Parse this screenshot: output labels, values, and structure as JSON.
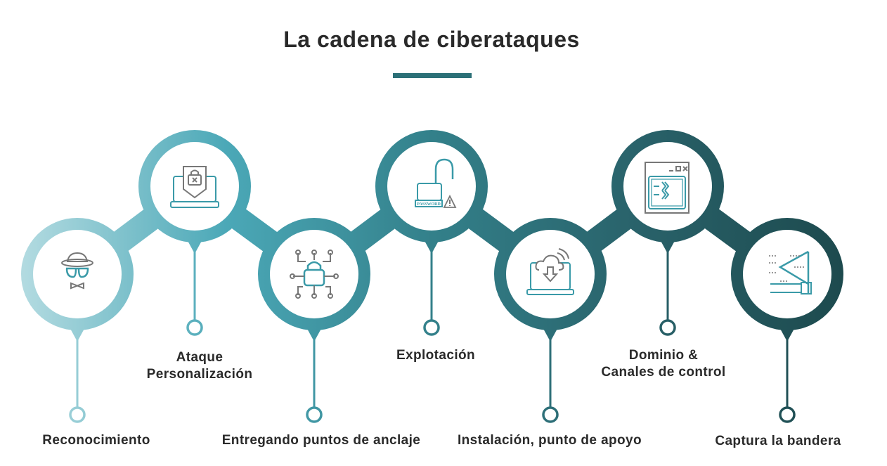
{
  "title": "La cadena de ciberataques",
  "colors": {
    "start": "#acd8df",
    "mid": "#4ba4b3",
    "dark": "#2e6f78",
    "end": "#1d4a4e",
    "icon_gray": "#777777",
    "icon_teal": "#3a9aa8"
  },
  "steps": [
    {
      "label_lines": [
        "Reconocimiento"
      ],
      "icon": "spy-hat-glasses-icon"
    },
    {
      "label_lines": [
        "Ataque",
        "Personalización"
      ],
      "icon": "laptop-shield-lock-icon"
    },
    {
      "label_lines": [
        "Entregando puntos de anclaje"
      ],
      "icon": "circuit-lock-icon"
    },
    {
      "label_lines": [
        "Explotación"
      ],
      "icon": "open-padlock-password-warning-icon",
      "icon_text": "PASSWORD"
    },
    {
      "label_lines": [
        "Instalación, punto de apoyo"
      ],
      "icon": "laptop-cloud-download-icon"
    },
    {
      "label_lines": [
        "Dominio &",
        "Canales de control"
      ],
      "icon": "window-terminal-icon"
    },
    {
      "label_lines": [
        "Captura la bandera"
      ],
      "icon": "hand-flag-icon"
    }
  ]
}
